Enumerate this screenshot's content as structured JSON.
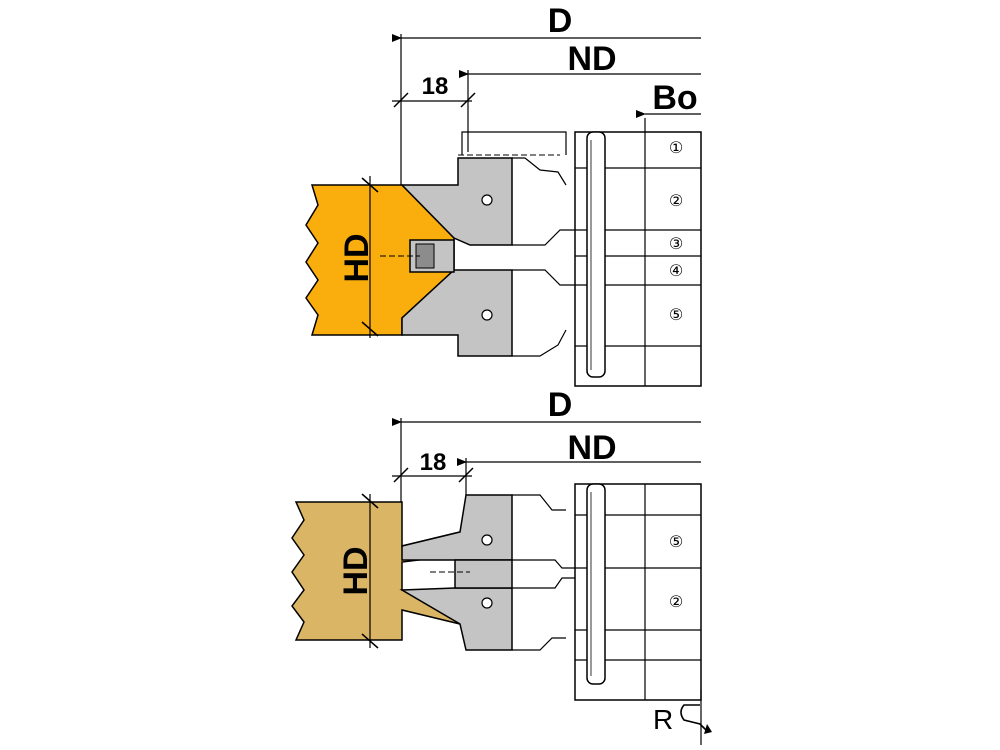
{
  "top_diagram": {
    "dim_d": "D",
    "dim_nd": "ND",
    "dim_bo": "Bo",
    "dim_18": "18",
    "dim_hd": "HD",
    "spacers": [
      "①",
      "②",
      "③",
      "④",
      "⑤"
    ],
    "workpiece_color": "#F9AE0D"
  },
  "bottom_diagram": {
    "dim_d": "D",
    "dim_nd": "ND",
    "dim_18": "18",
    "dim_hd": "HD",
    "spacers": [
      "⑤",
      "②"
    ],
    "rotation_label": "R",
    "workpiece_color": "#D9B565"
  },
  "colors": {
    "cutter_body": "#C4C4C4",
    "line": "#000000"
  }
}
